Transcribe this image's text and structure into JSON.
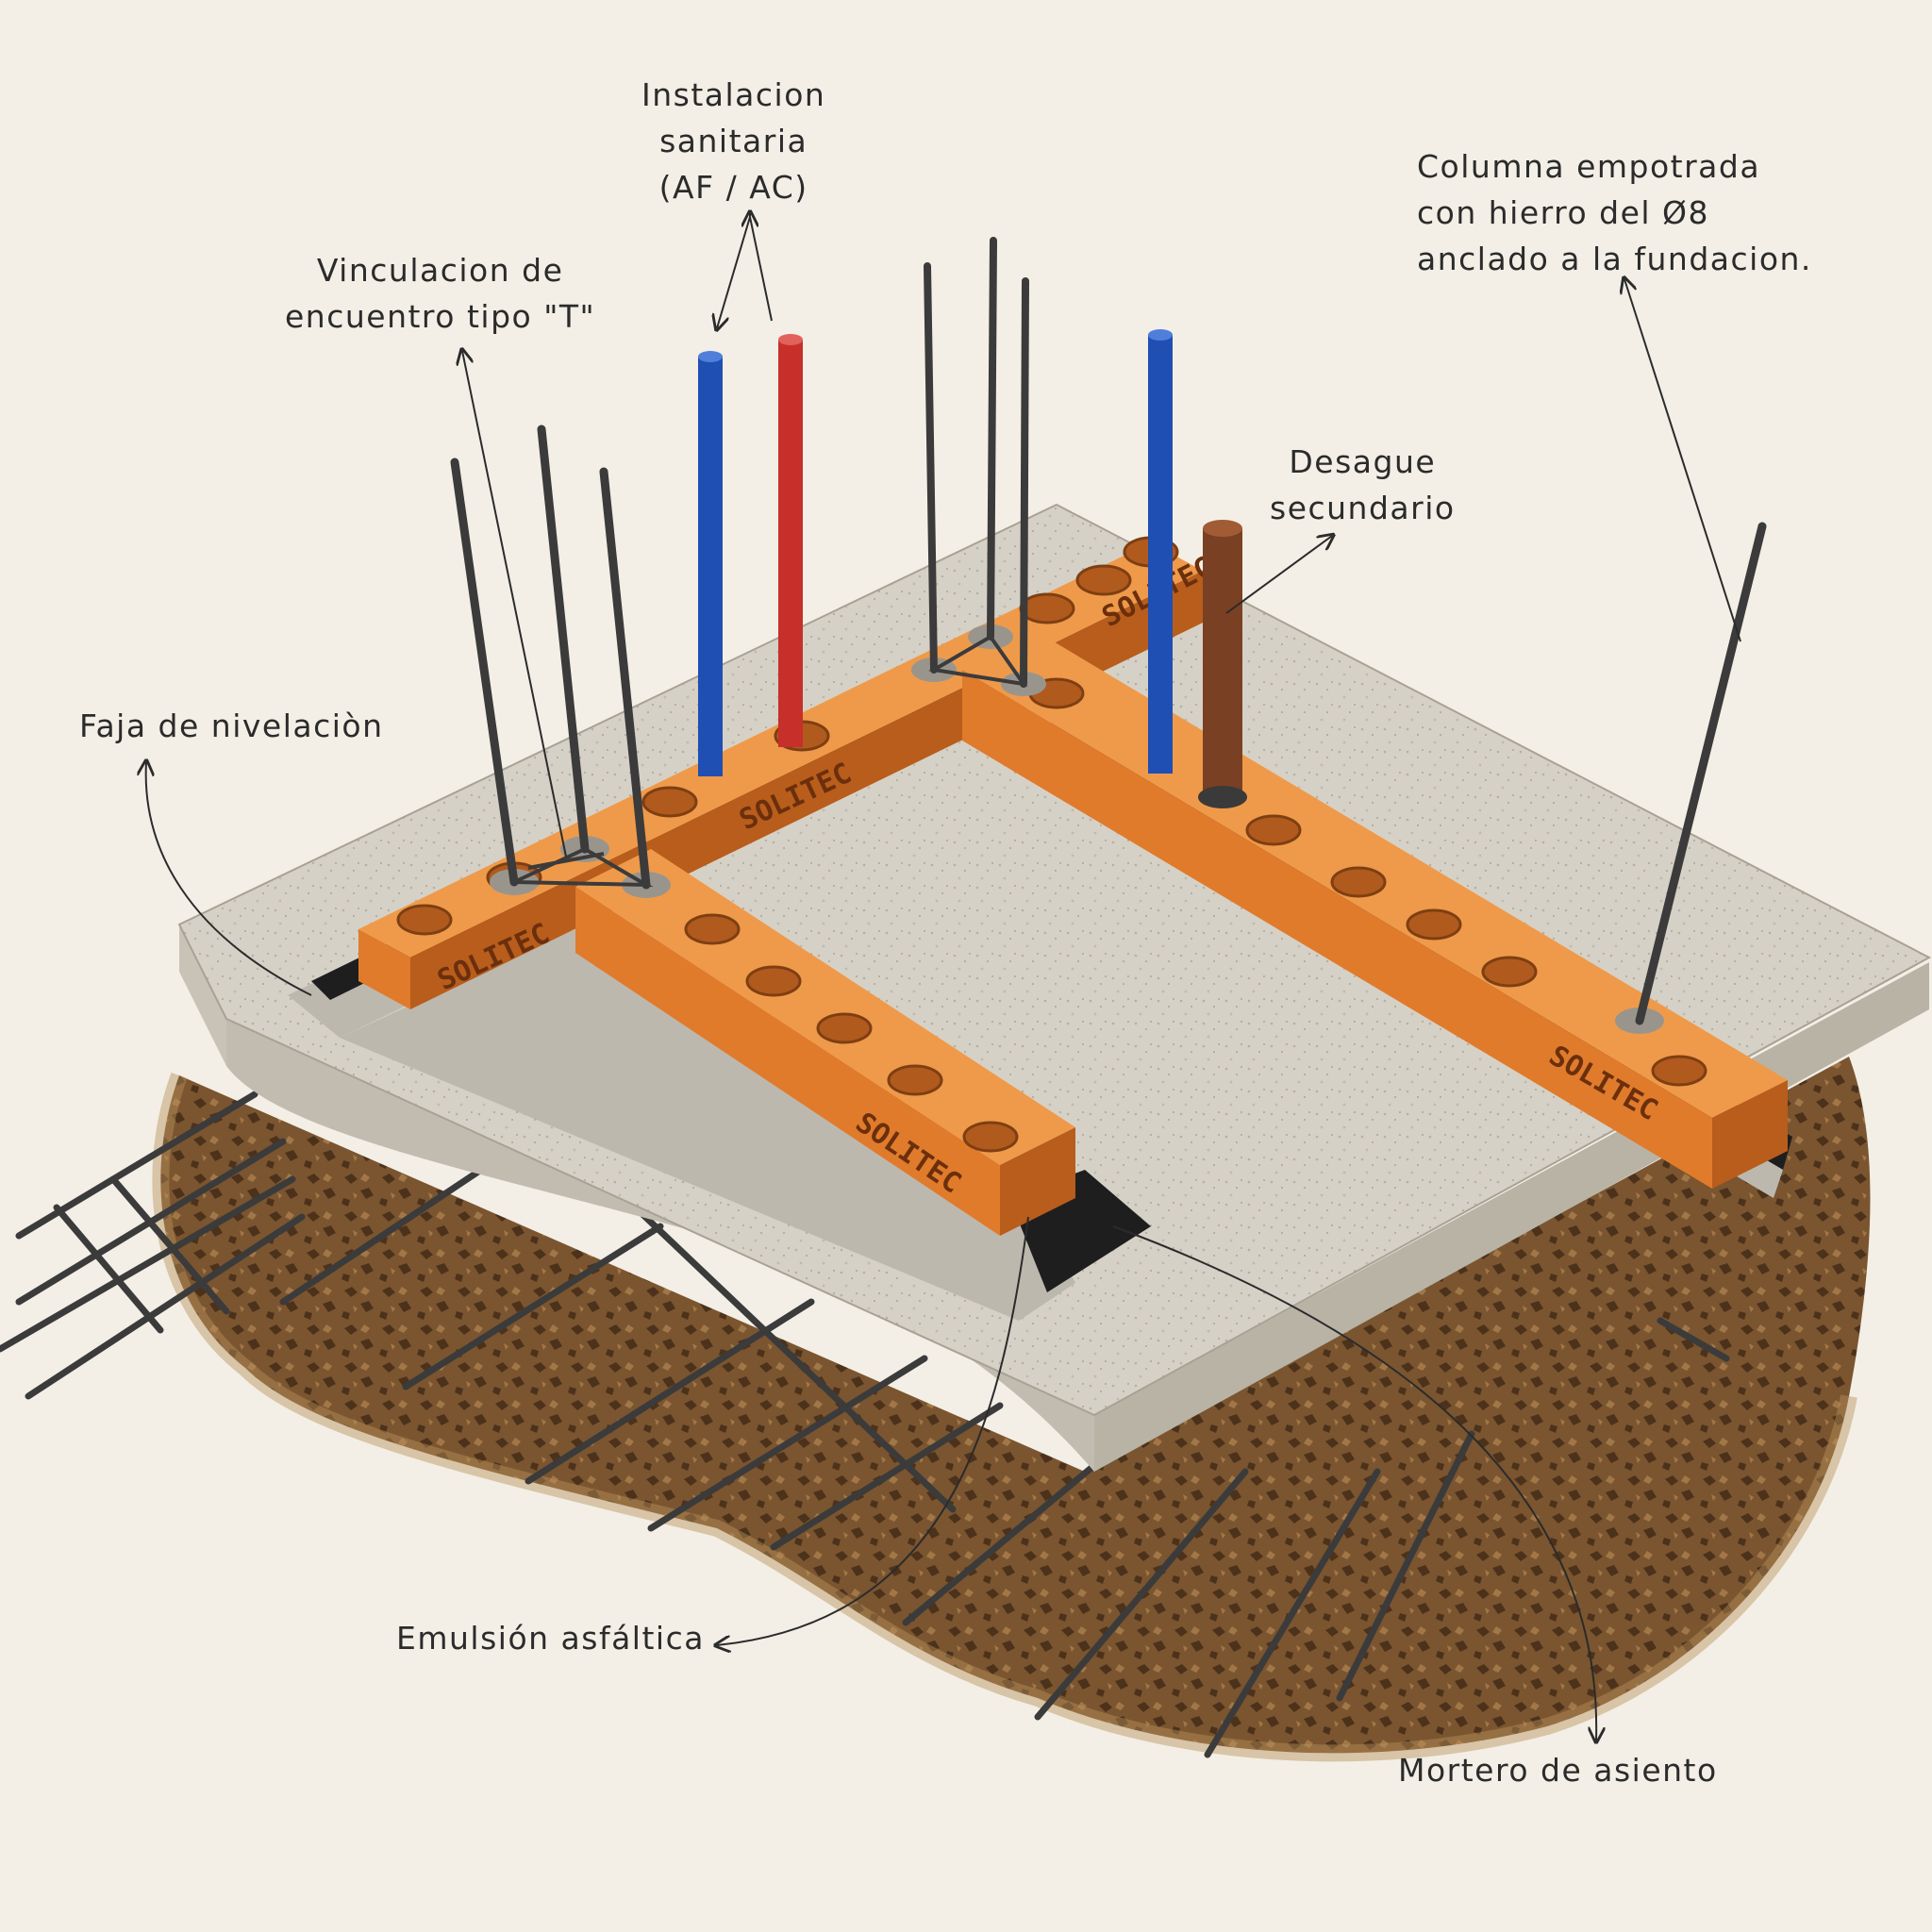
{
  "labels": {
    "instalacion": [
      "Instalacion",
      "sanitaria",
      "(AF / AC)"
    ],
    "vinculacion": [
      "Vinculacion de",
      "encuentro tipo \"T\""
    ],
    "columna": [
      "Columna empotrada",
      "con hierro del Ø8",
      "anclado a la fundacion."
    ],
    "desague": [
      "Desague",
      "secundario"
    ],
    "faja": "Faja de nivelaciòn",
    "emulsion": "Emulsión asfáltica",
    "mortero": "Mortero de asiento"
  },
  "block_brand": "SOLITEC",
  "colors": {
    "paper": "#f3efe6",
    "slab": "#d6d1c6",
    "slab_edge": "#c2bcb0",
    "soil": "#7a5530",
    "soil_dark": "#4c321b",
    "block": "#e07b2c",
    "block_top": "#ef9a4a",
    "block_side": "#b85d1c",
    "asphalt": "#1e1e1e",
    "mortar": "#bdb8ae",
    "pipe_cold": "#1f4fb3",
    "pipe_hot": "#c62f2a",
    "pipe_drain": "#7a4023",
    "rebar": "#3b3b3b",
    "ink": "#2b2b2b"
  }
}
